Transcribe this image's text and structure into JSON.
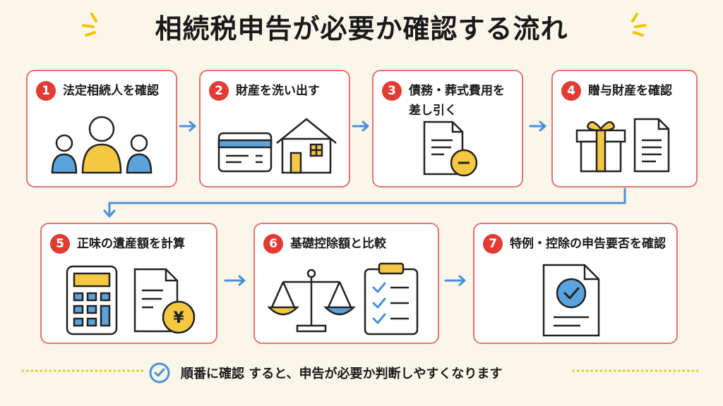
{
  "title": "相続税申告が必要か確認する流れ",
  "steps": [
    {
      "num": "1",
      "label": "法定相続人を確認"
    },
    {
      "num": "2",
      "label": "財産を洗い出す"
    },
    {
      "num": "3",
      "label": "債務・葬式費用を差し引く"
    },
    {
      "num": "4",
      "label": "贈与財産を確認"
    },
    {
      "num": "5",
      "label": "正味の遺産額を計算"
    },
    {
      "num": "6",
      "label": "基礎控除額と比較"
    },
    {
      "num": "7",
      "label": "特例・控除の申告要否を確認"
    }
  ],
  "yen_symbol": "¥",
  "footer": "順番に確認 すると、申告が必要か判断しやすくなります",
  "colors": {
    "accent_red": "#e23b33",
    "card_border": "#e77470",
    "blue": "#5ba3dc",
    "yellow": "#f5c842",
    "arrow": "#4a90d9"
  }
}
